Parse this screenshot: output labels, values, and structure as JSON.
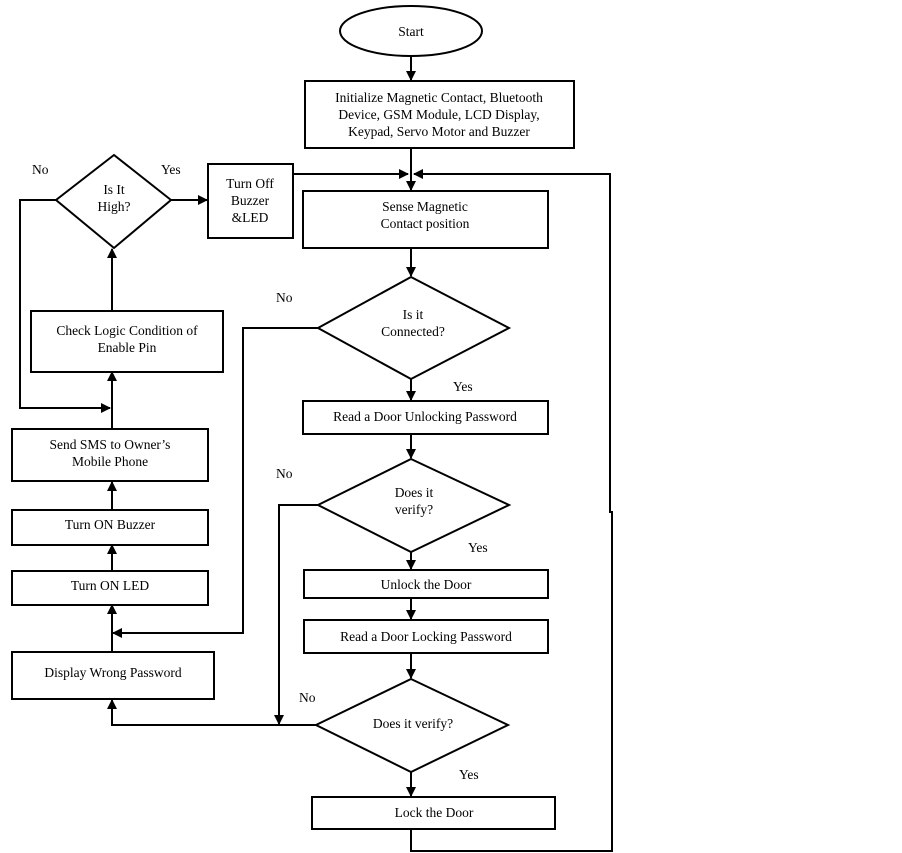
{
  "diagram": {
    "type": "flowchart",
    "nodes": {
      "start": {
        "kind": "terminal",
        "lines": [
          "Start"
        ]
      },
      "init": {
        "kind": "process",
        "lines": [
          "Initialize Magnetic Contact, Bluetooth",
          "Device, GSM Module, LCD Display,",
          "Keypad, Servo Motor and Buzzer"
        ]
      },
      "sense": {
        "kind": "process",
        "lines": [
          "Sense Magnetic",
          "Contact position"
        ]
      },
      "connected": {
        "kind": "decision",
        "lines": [
          "Is it",
          "Connected?"
        ]
      },
      "read_unlock": {
        "kind": "process",
        "lines": [
          "Read a Door Unlocking Password"
        ]
      },
      "verify1": {
        "kind": "decision",
        "lines": [
          "Does it",
          "verify?"
        ]
      },
      "unlock": {
        "kind": "process",
        "lines": [
          "Unlock the Door"
        ]
      },
      "read_lock": {
        "kind": "process",
        "lines": [
          "Read a Door Locking Password"
        ]
      },
      "verify2": {
        "kind": "decision",
        "lines": [
          "Does it verify?"
        ]
      },
      "lock": {
        "kind": "process",
        "lines": [
          "Lock the Door"
        ]
      },
      "wrong_pw": {
        "kind": "process",
        "lines": [
          "Display Wrong Password"
        ]
      },
      "led_on": {
        "kind": "process",
        "lines": [
          "Turn ON LED"
        ]
      },
      "buzzer_on": {
        "kind": "process",
        "lines": [
          "Turn ON Buzzer"
        ]
      },
      "sms": {
        "kind": "process",
        "lines": [
          "Send SMS to Owner’s",
          "Mobile Phone"
        ]
      },
      "check_pin": {
        "kind": "process",
        "lines": [
          "Check Logic Condition of",
          "Enable Pin"
        ]
      },
      "is_high": {
        "kind": "decision",
        "lines": [
          "Is It",
          "High?"
        ]
      },
      "turn_off": {
        "kind": "process",
        "lines": [
          "Turn Off",
          "Buzzer",
          "&LED"
        ]
      }
    },
    "edge_labels": {
      "connected_no": "No",
      "connected_yes": "Yes",
      "verify1_no": "No",
      "verify1_yes": "Yes",
      "verify2_no": "No",
      "verify2_yes": "Yes",
      "is_high_no": "No",
      "is_high_yes": "Yes"
    },
    "edges": [
      {
        "from": "start",
        "to": "init"
      },
      {
        "from": "init",
        "to": "sense"
      },
      {
        "from": "sense",
        "to": "connected"
      },
      {
        "from": "connected",
        "to": "read_unlock",
        "label": "Yes"
      },
      {
        "from": "connected",
        "to": "led_on",
        "label": "No"
      },
      {
        "from": "read_unlock",
        "to": "verify1"
      },
      {
        "from": "verify1",
        "to": "unlock",
        "label": "Yes"
      },
      {
        "from": "verify1",
        "to": "wrong_pw",
        "label": "No"
      },
      {
        "from": "unlock",
        "to": "read_lock"
      },
      {
        "from": "read_lock",
        "to": "verify2"
      },
      {
        "from": "verify2",
        "to": "lock",
        "label": "Yes"
      },
      {
        "from": "verify2",
        "to": "wrong_pw",
        "label": "No"
      },
      {
        "from": "lock",
        "to": "sense"
      },
      {
        "from": "wrong_pw",
        "to": "led_on"
      },
      {
        "from": "led_on",
        "to": "buzzer_on"
      },
      {
        "from": "buzzer_on",
        "to": "sms"
      },
      {
        "from": "sms",
        "to": "check_pin"
      },
      {
        "from": "check_pin",
        "to": "is_high"
      },
      {
        "from": "is_high",
        "to": "turn_off",
        "label": "Yes"
      },
      {
        "from": "is_high",
        "to": "check_pin",
        "label": "No"
      },
      {
        "from": "turn_off",
        "to": "sense"
      }
    ]
  }
}
